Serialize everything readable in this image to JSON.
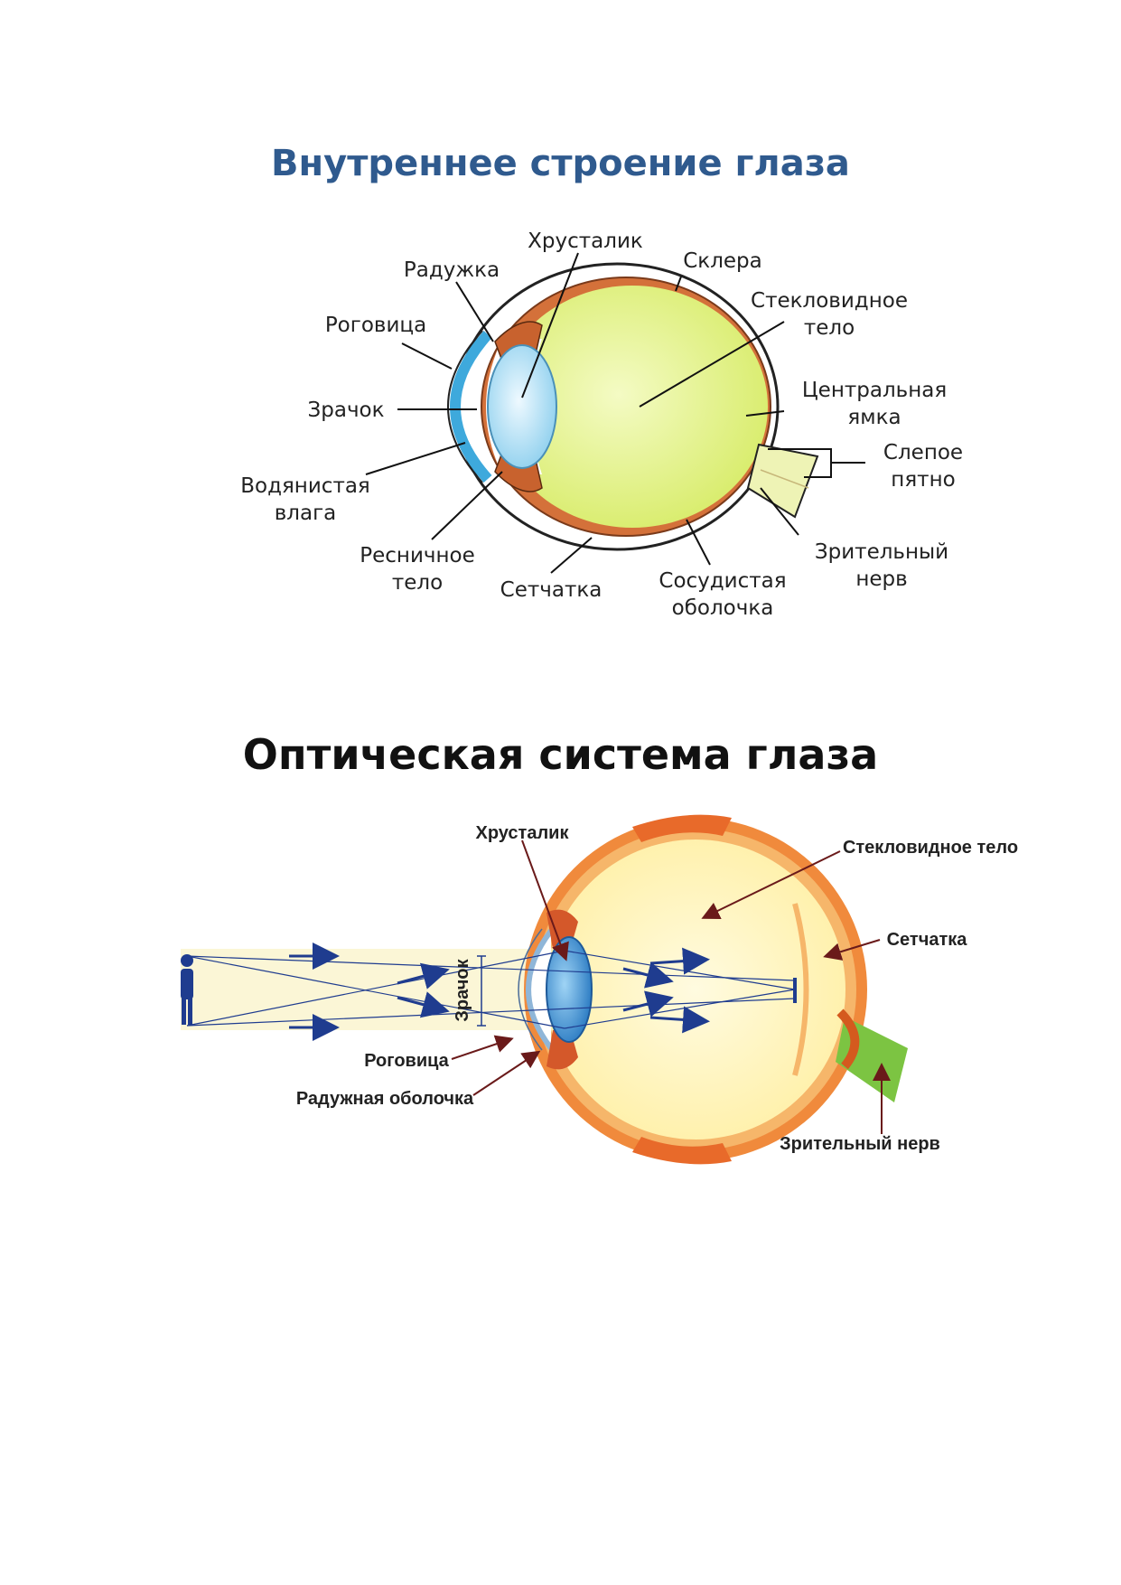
{
  "titles": {
    "structure": "Внутреннее строение глаза",
    "optics": "Оптическая система глаза"
  },
  "diagram1": {
    "labels": {
      "lens": "Хрусталик",
      "sclera": "Склера",
      "iris": "Радужка",
      "vitreous_1": "Стекловидное",
      "vitreous_2": "тело",
      "cornea": "Роговица",
      "fovea_1": "Центральная",
      "fovea_2": "ямка",
      "pupil": "Зрачок",
      "blind_spot_1": "Слепое",
      "blind_spot_2": "пятно",
      "aqueous_1": "Водянистая",
      "aqueous_2": "влага",
      "optic_nerve_1": "Зрительный",
      "optic_nerve_2": "нерв",
      "ciliary_1": "Ресничное",
      "ciliary_2": "тело",
      "retina": "Сетчатка",
      "choroid_1": "Сосудистая",
      "choroid_2": "оболочка"
    }
  },
  "diagram2": {
    "labels": {
      "lens": "Хрусталик",
      "vitreous": "Стекловидное тело",
      "retina": "Сетчатка",
      "pupil": "Зрачок",
      "cornea": "Роговица",
      "iris": "Радужная оболочка",
      "optic_nerve": "Зрительный нерв"
    }
  },
  "colors": {
    "title_blue": "#2f5a8e",
    "vitreous": "#e8f59a",
    "lens": "#bfe6f7",
    "cornea": "#4fb8e6",
    "sclera_orange": "#e07a38",
    "ray_blue": "#1f3c8f",
    "nerve_green": "#7cc442"
  }
}
